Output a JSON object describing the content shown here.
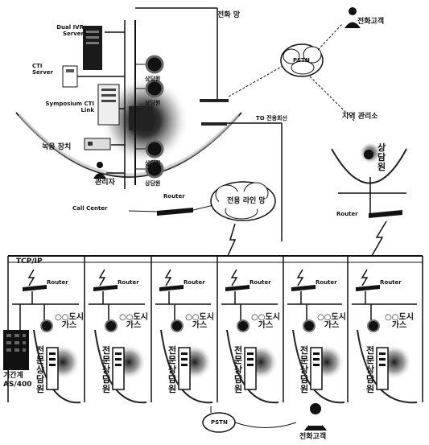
{
  "top": {
    "dual_ivr_server": "Dual IVR Server",
    "cti_server": "CTI Server",
    "symposium_cti_link": "Symposium CTI Link",
    "recording_device": "녹음 장치",
    "manager": "관리자",
    "agent_label": "상담원",
    "phone_network": "전화 망",
    "t0_dedicated_line": "TO 전용회선",
    "router": "Router",
    "call_center": "Call Center",
    "dedicated_line_network": "전용 라인 망",
    "pstn": "PSTN",
    "phone_customer": "전화고객",
    "regional_management_office": "지역 관리소",
    "regional_agent": "상담원"
  },
  "network": {
    "protocol": "TCP/IP"
  },
  "branches": [
    {
      "router": "Router",
      "company": "○○도시 가스",
      "agent": "전문상담원"
    },
    {
      "router": "Router",
      "company": "○○도시 가스",
      "agent": "전문상담원"
    },
    {
      "router": "Router",
      "company": "○○도시 가스",
      "agent": "전문상담원"
    },
    {
      "router": "Router",
      "company": "○○도시 가스",
      "agent": "전문상담원"
    },
    {
      "router": "Router",
      "company": "○○도시 가스",
      "agent": "전문상담원"
    },
    {
      "router": "Router",
      "company": "○○도시 가스",
      "agent": "전문상담원"
    }
  ],
  "legacy_system": "기간계 AS/400",
  "bottom": {
    "pstn": "PSTN",
    "phone_customer": "전화고객"
  }
}
